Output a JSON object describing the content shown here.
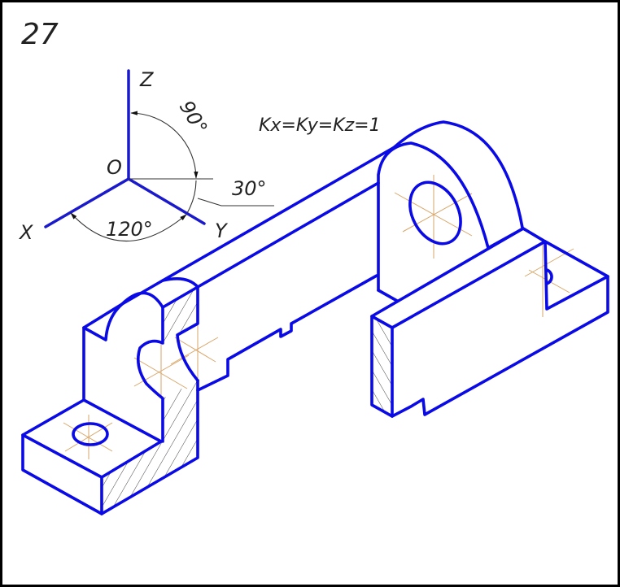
{
  "figure_number": "27",
  "scale_label": "Kx=Ky=Kz=1",
  "axes": {
    "origin": "O",
    "x": "X",
    "y": "Y",
    "z": "Z"
  },
  "angles": {
    "z_to_y": "90°",
    "y_to_horizontal": "30°",
    "x_to_y": "120°"
  },
  "colors": {
    "outline": "#0a0ae6",
    "centerline": "#d9a66a",
    "annotation": "#222222"
  }
}
